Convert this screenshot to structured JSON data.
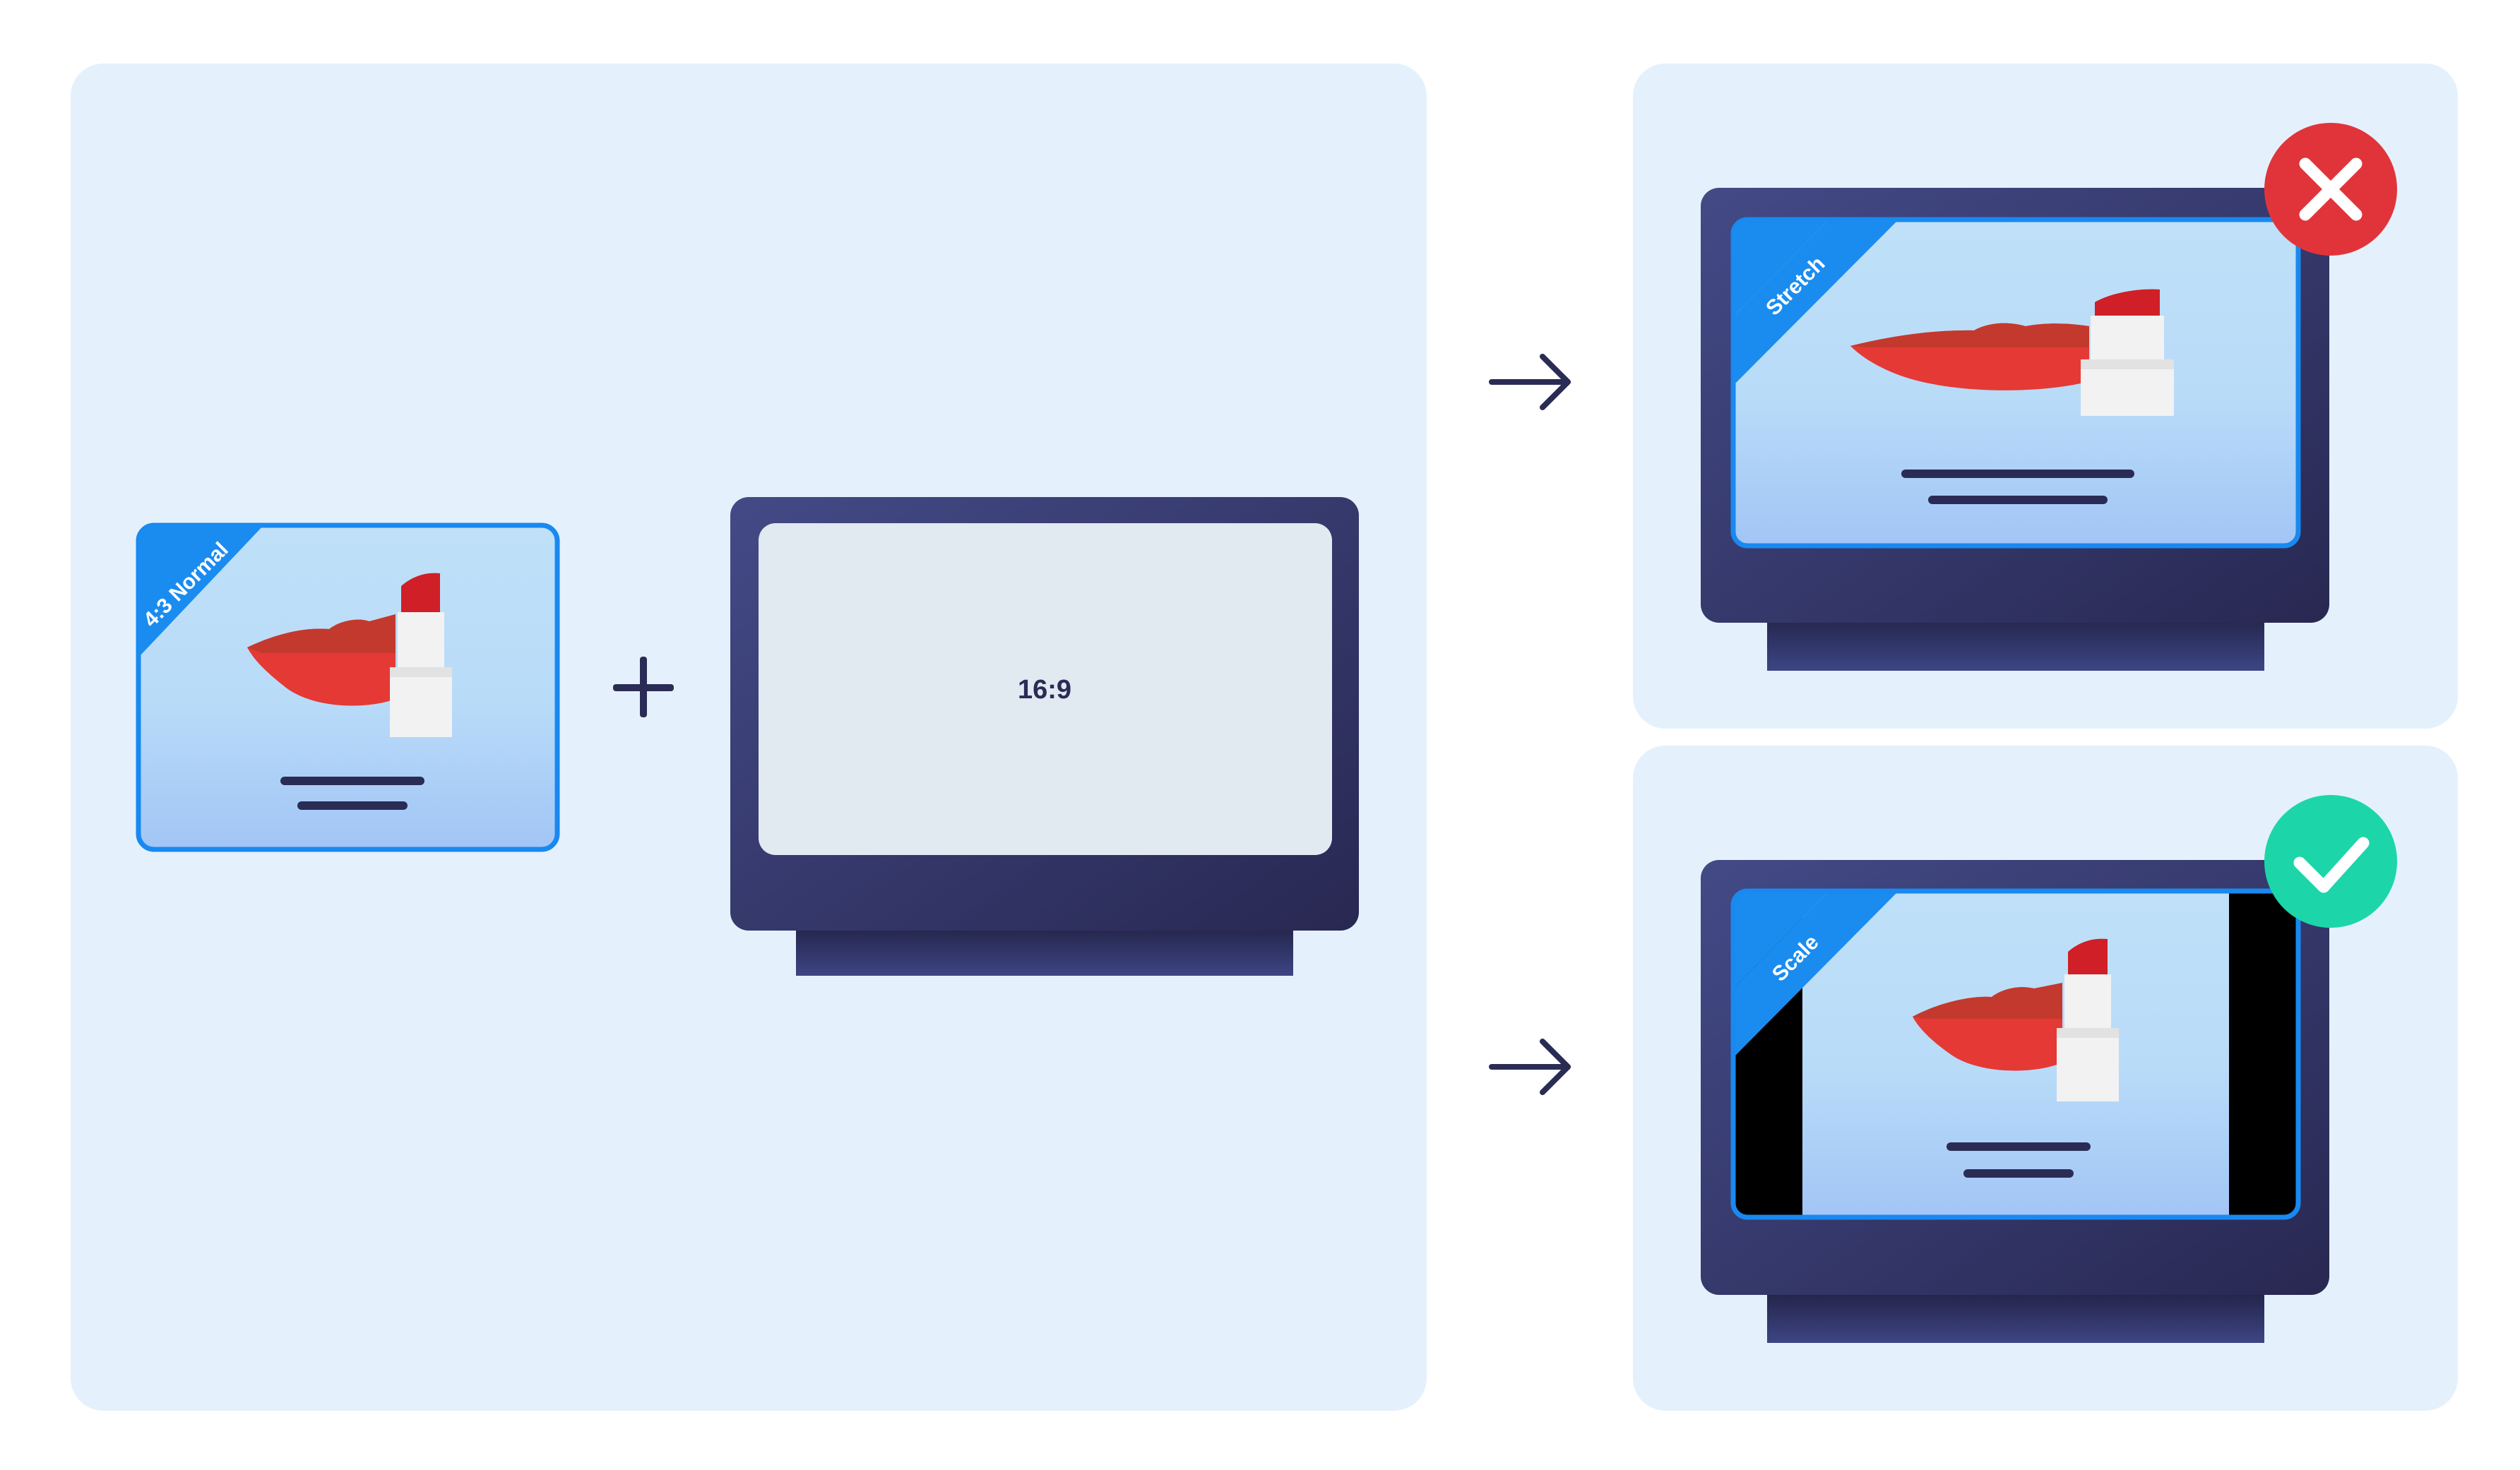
{
  "source_card": {
    "label": "4:3 Normal"
  },
  "target_tv": {
    "label": "16:9"
  },
  "results": [
    {
      "label": "Stretch",
      "verdict": "incorrect"
    },
    {
      "label": "Scale",
      "verdict": "correct"
    }
  ],
  "colors": {
    "panel_background": "#e4f1fc",
    "tv_frame_light": "#434a86",
    "tv_frame_dark": "#282852",
    "tv_screen_empty": "#e1e9f1",
    "card_border": "#1989f0",
    "card_fill_top": "#bfe0f8",
    "card_fill_bottom": "#a2c5f6",
    "ribbon": "#1a8cf0",
    "lips": "#e53935",
    "lips_top": "#c4392d",
    "lipstick_cap": "#d01f26",
    "lipstick_body": "#f2f2f2",
    "text_lines": "#2a2c55",
    "letterbox": "#000000",
    "wrong_badge": "#e1343a",
    "correct_badge": "#1cd6a9"
  }
}
